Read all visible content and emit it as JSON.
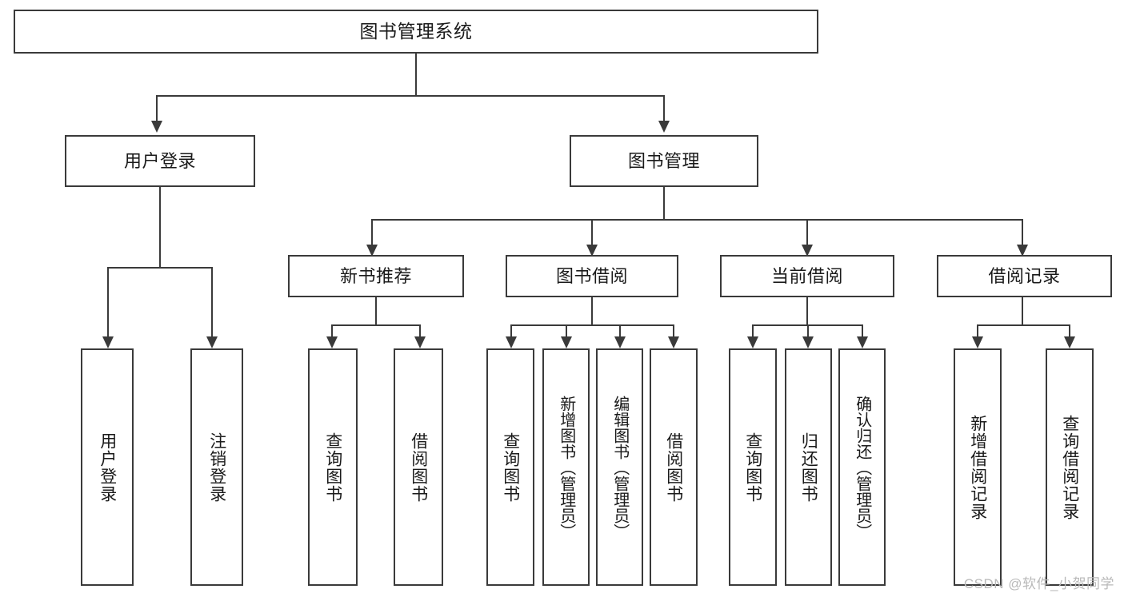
{
  "diagram": {
    "type": "tree-hierarchy",
    "title_node": {
      "label": "图书管理系统"
    },
    "level2": [
      {
        "id": "user-login",
        "label": "用户登录"
      },
      {
        "id": "book-management",
        "label": "图书管理"
      }
    ],
    "level3": [
      {
        "id": "new-book-recommend",
        "label": "新书推荐",
        "parent": "book-management"
      },
      {
        "id": "book-borrow",
        "label": "图书借阅",
        "parent": "book-management"
      },
      {
        "id": "current-borrow",
        "label": "当前借阅",
        "parent": "book-management"
      },
      {
        "id": "borrow-record",
        "label": "借阅记录",
        "parent": "book-management"
      }
    ],
    "leaves": {
      "user_login": [
        {
          "id": "leaf-user-login",
          "label": "用户登录"
        },
        {
          "id": "leaf-logout",
          "label": "注销登录"
        }
      ],
      "new_book_recommend": [
        {
          "id": "leaf-query-book-1",
          "label": "查询图书"
        },
        {
          "id": "leaf-borrow-book-1",
          "label": "借阅图书"
        }
      ],
      "book_borrow": [
        {
          "id": "leaf-query-book-2",
          "label": "查询图书"
        },
        {
          "id": "leaf-add-book",
          "label": "新增图书（管理员）"
        },
        {
          "id": "leaf-edit-book",
          "label": "编辑图书（管理员）"
        },
        {
          "id": "leaf-borrow-book-2",
          "label": "借阅图书"
        }
      ],
      "current_borrow": [
        {
          "id": "leaf-query-book-3",
          "label": "查询图书"
        },
        {
          "id": "leaf-return-book",
          "label": "归还图书"
        },
        {
          "id": "leaf-confirm-return",
          "label": "确认归还（管理员）"
        }
      ],
      "borrow_record": [
        {
          "id": "leaf-add-record",
          "label": "新增借阅记录"
        },
        {
          "id": "leaf-query-record",
          "label": "查询借阅记录"
        }
      ]
    }
  },
  "watermark": {
    "text": "CSDN @软件_小贺同学"
  },
  "colors": {
    "stroke": "#3a3a3a",
    "fill": "#ffffff",
    "text": "#1a1a1a",
    "watermark": "#b9b9b9"
  }
}
